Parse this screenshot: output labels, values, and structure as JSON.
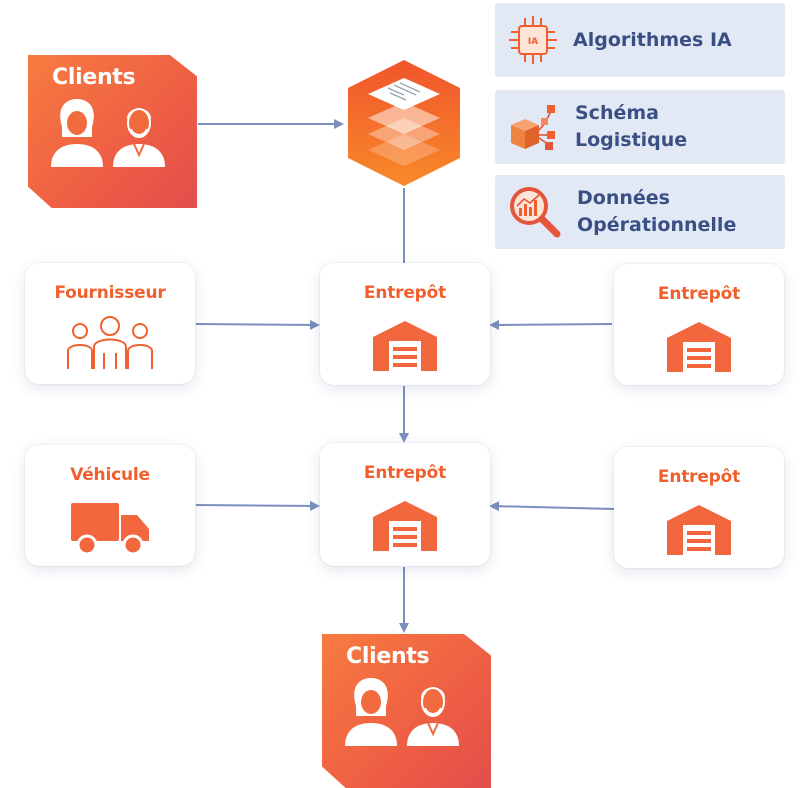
{
  "legend": {
    "ai": "Algorithmes IA",
    "ai_chip": "IA",
    "logistics": "Schéma\nLogistique",
    "data": "Données\nOpérationnelle"
  },
  "clients_top": {
    "title": "Clients"
  },
  "clients_bottom": {
    "title": "Clients"
  },
  "nodes": {
    "supplier": "Fournisseur",
    "vehicle": "Véhicule",
    "warehouse_center_top": "Entrepôt",
    "warehouse_right_top": "Entrepôt",
    "warehouse_center_mid": "Entrepôt",
    "warehouse_right_mid": "Entrepôt"
  },
  "colors": {
    "accent": "#f0602e",
    "legend_bg": "#e3e9f4",
    "legend_text": "#3a4f84",
    "arrow": "#7a8fbd"
  },
  "icons": [
    "ai-chip-icon",
    "logistics-boxes-icon",
    "data-magnifier-icon",
    "ai-cube-icon",
    "person-icon",
    "group-icon",
    "warehouse-icon",
    "truck-icon"
  ]
}
